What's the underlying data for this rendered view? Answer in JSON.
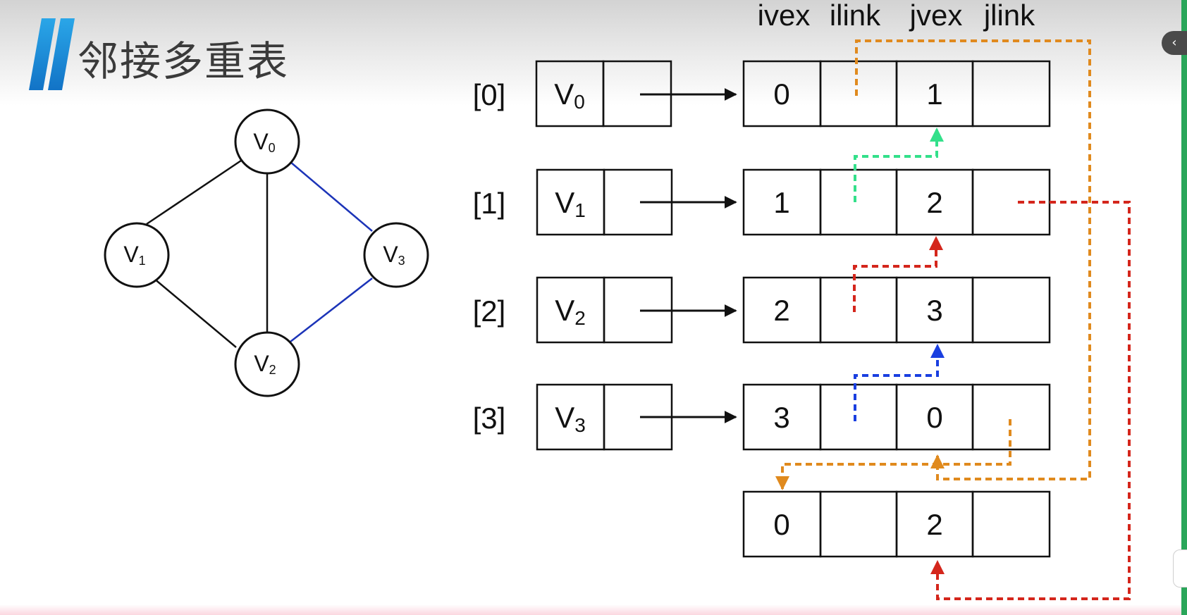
{
  "page_title": "邻接多重表",
  "ui": {
    "collapse_arrow": "‹"
  },
  "graph": {
    "vertices": [
      "V0",
      "V1",
      "V2",
      "V3"
    ],
    "edges_black": [
      [
        "V0",
        "V1"
      ],
      [
        "V0",
        "V2"
      ],
      [
        "V1",
        "V2"
      ]
    ],
    "edges_blue": [
      [
        "V0",
        "V3"
      ],
      [
        "V2",
        "V3"
      ]
    ]
  },
  "table": {
    "column_headers": [
      "ivex",
      "ilink",
      "jvex",
      "jlink"
    ],
    "vertex_rows": [
      {
        "index": "[0]",
        "vertex": "V",
        "sub": "0"
      },
      {
        "index": "[1]",
        "vertex": "V",
        "sub": "1"
      },
      {
        "index": "[2]",
        "vertex": "V",
        "sub": "2"
      },
      {
        "index": "[3]",
        "vertex": "V",
        "sub": "3"
      }
    ],
    "edge_nodes": [
      {
        "ivex": "0",
        "jvex": "1"
      },
      {
        "ivex": "1",
        "jvex": "2"
      },
      {
        "ivex": "2",
        "jvex": "3"
      },
      {
        "ivex": "3",
        "jvex": "0"
      },
      {
        "ivex": "0",
        "jvex": "2"
      }
    ]
  },
  "colors": {
    "black": "#111111",
    "blue_edge": "#1c34b8",
    "orange_link": "#e08a1e",
    "green_link": "#33e08a",
    "red_link": "#d4261c",
    "blue_link": "#1a3fe0"
  }
}
